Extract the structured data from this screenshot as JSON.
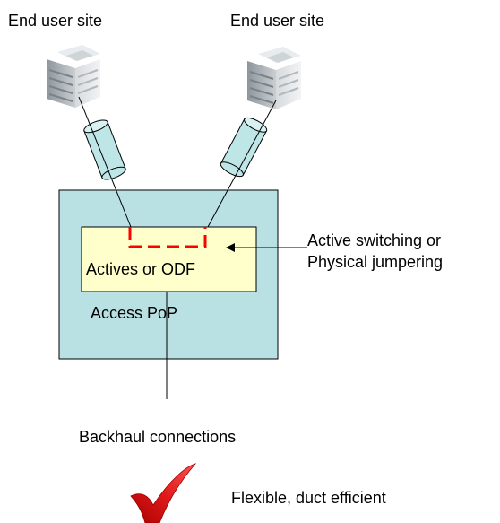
{
  "labels": {
    "site_left": "End user site",
    "site_right": "End user site",
    "inner_box": "Actives or ODF",
    "outer_box": "Access PoP",
    "annotation_line1": "Active switching or",
    "annotation_line2": "Physical jumpering",
    "backhaul": "Backhaul connections",
    "verdict": "Flexible, duct efficient"
  },
  "icons": {
    "building": "office-building-icon",
    "duct": "cylinder-duct-icon",
    "check": "red-checkmark-icon"
  },
  "colors": {
    "outer_box_fill": "#b9e0e3",
    "inner_box_fill": "#ffffcc",
    "duct_fill": "#bfe6e6",
    "jumper": "#ff0000",
    "check": "#dd1111"
  }
}
